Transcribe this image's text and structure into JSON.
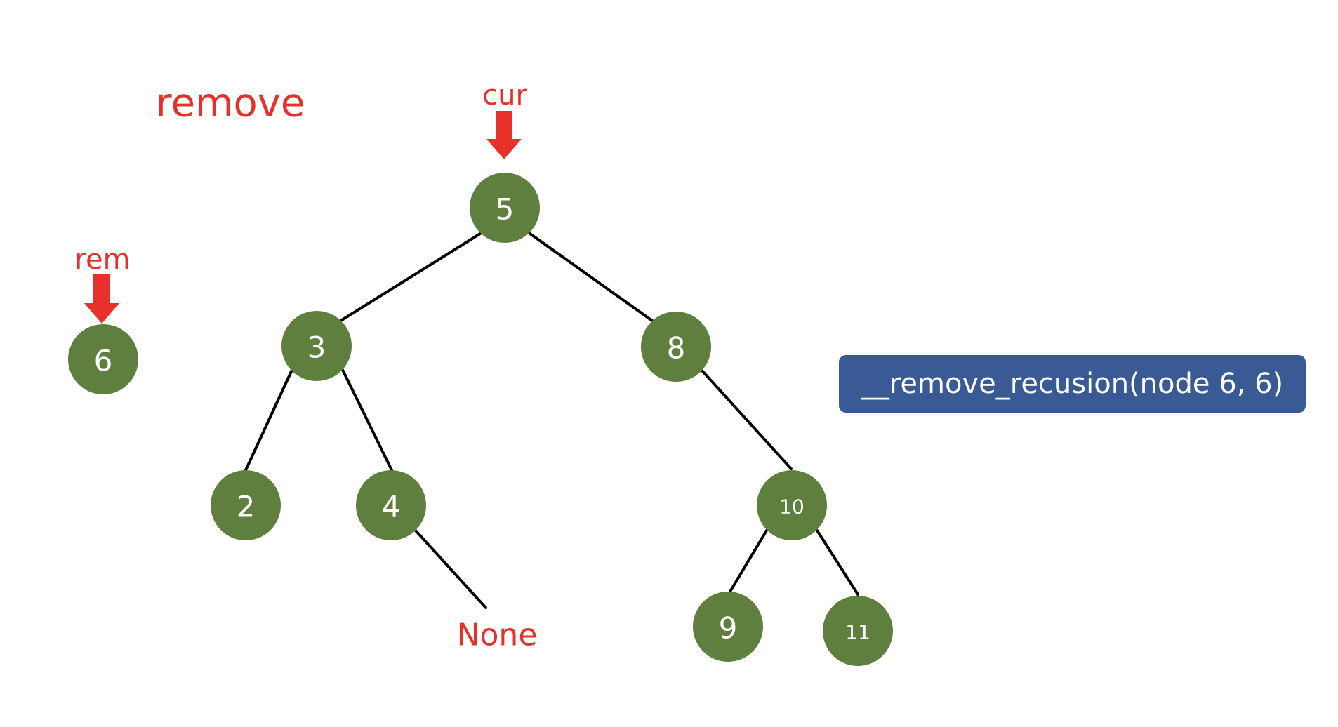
{
  "title": "remove",
  "pointers": {
    "cur": "cur",
    "rem": "rem"
  },
  "tree": {
    "nodes": [
      {
        "id": "n5",
        "value": "5"
      },
      {
        "id": "n3",
        "value": "3"
      },
      {
        "id": "n8",
        "value": "8"
      },
      {
        "id": "n2",
        "value": "2"
      },
      {
        "id": "n4",
        "value": "4"
      },
      {
        "id": "n10",
        "value": "10"
      },
      {
        "id": "n9",
        "value": "9"
      },
      {
        "id": "n11",
        "value": "11"
      }
    ],
    "none_label": "None"
  },
  "removed_node": {
    "value": "6"
  },
  "call_box": {
    "text": "__remove_recusion(node 6, 6)"
  },
  "colors": {
    "node": "#5f7f3e",
    "highlight": "#e8302a",
    "call_box": "#3a5a96",
    "edge": "#000000"
  }
}
